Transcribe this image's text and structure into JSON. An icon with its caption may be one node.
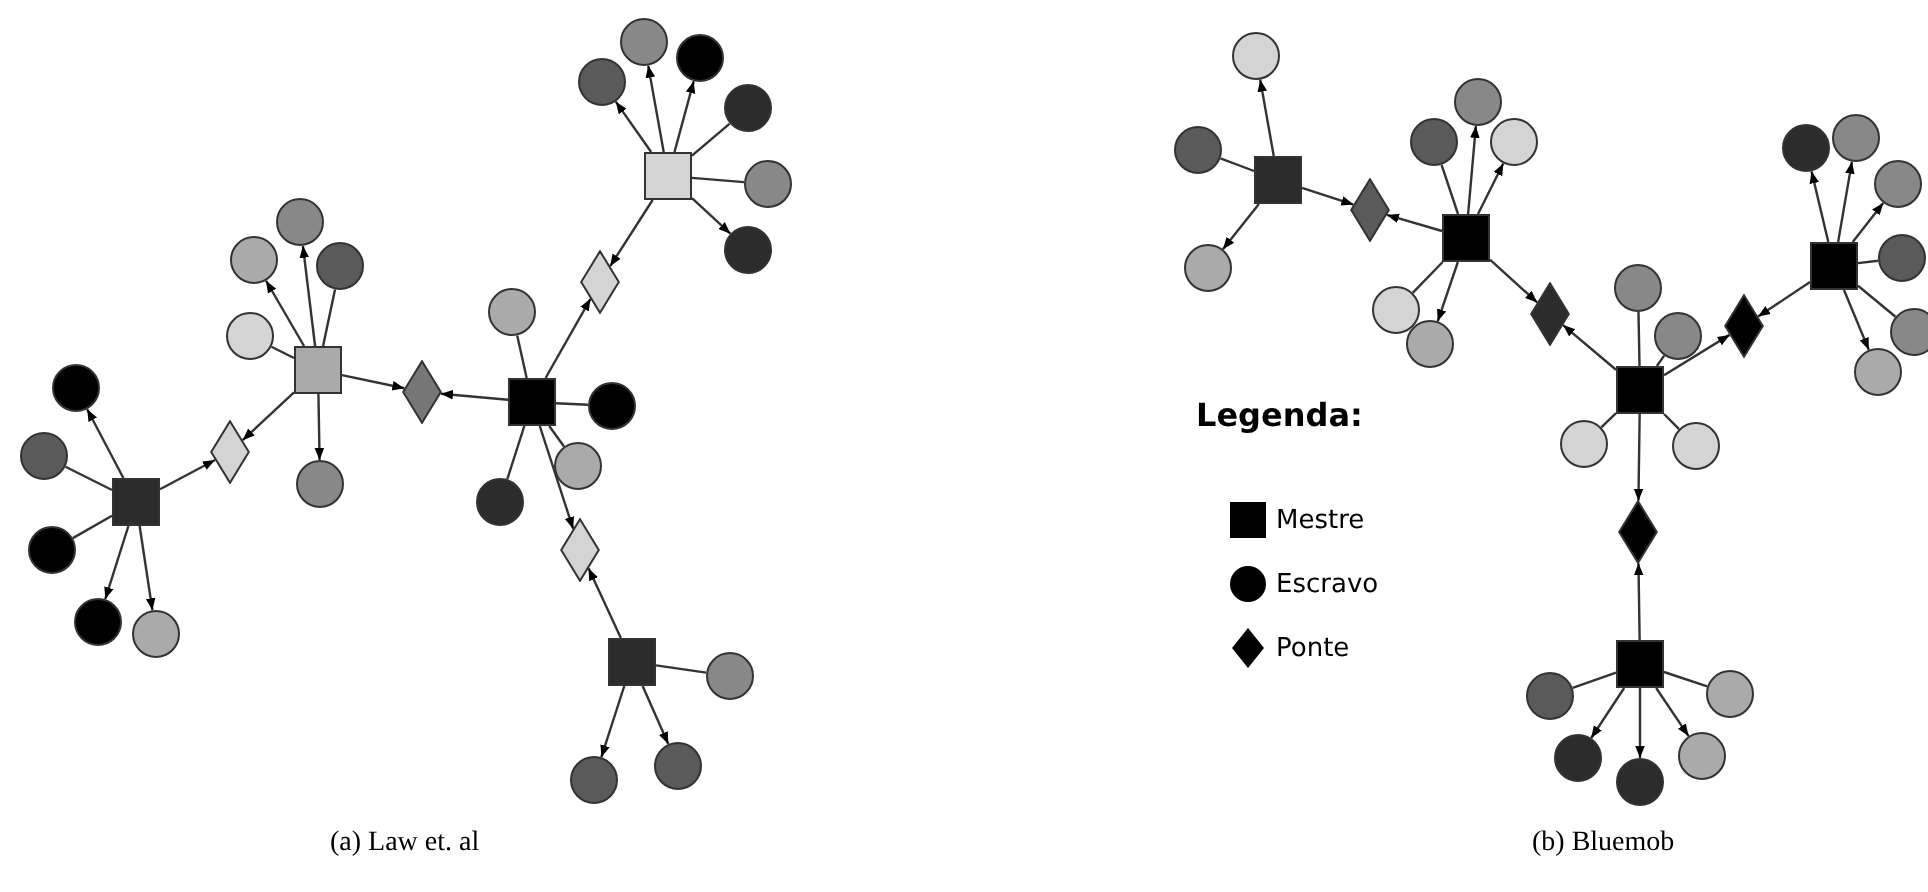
{
  "diagram": {
    "nodes": [
      {
        "text": [],
        "shape": "box"
      },
      {
        "text": [],
        "shape": "circle"
      },
      {
        "text": [],
        "shape": "circle"
      },
      {
        "text": [],
        "shape": "circle"
      },
      {
        "text": [],
        "shape": "circle"
      },
      {
        "text": [],
        "shape": "circle"
      },
      {
        "text": [],
        "shape": "circle"
      },
      {
        "text": [],
        "shape": "diamond"
      },
      {
        "text": [],
        "shape": "box"
      },
      {
        "text": [],
        "shape": "circle"
      },
      {
        "text": [],
        "shape": "circle"
      },
      {
        "text": [],
        "shape": "circle"
      },
      {
        "text": [],
        "shape": "circle"
      },
      {
        "text": [],
        "shape": "circle"
      },
      {
        "text": [],
        "shape": "diamond"
      },
      {
        "text": [],
        "shape": "box"
      },
      {
        "text": [],
        "shape": "circle"
      },
      {
        "text": [],
        "shape": "circle"
      },
      {
        "text": [],
        "shape": "circle"
      },
      {
        "text": [],
        "shape": "circle"
      },
      {
        "text": [],
        "shape": "diamond"
      },
      {
        "text": [],
        "shape": "box"
      },
      {
        "text": [],
        "shape": "circle"
      },
      {
        "text": [],
        "shape": "circle"
      },
      {
        "text": [],
        "shape": "circle"
      },
      {
        "text": [],
        "shape": "circle"
      },
      {
        "text": [],
        "shape": "circle"
      },
      {
        "text": [],
        "shape": "diamond"
      },
      {
        "text": [],
        "shape": "box"
      },
      {
        "text": [],
        "shape": "circle"
      },
      {
        "text": [],
        "shape": "circle"
      },
      {
        "text": [],
        "shape": "circle"
      },
      {
        "text": [],
        "shape": "box"
      },
      {
        "text": [],
        "shape": "circle"
      },
      {
        "text": [],
        "shape": "circle"
      },
      {
        "text": [],
        "shape": "circle"
      },
      {
        "text": [],
        "shape": "diamond"
      },
      {
        "text": [],
        "shape": "box"
      },
      {
        "text": [],
        "shape": "circle"
      },
      {
        "text": [],
        "shape": "circle"
      },
      {
        "text": [],
        "shape": "circle"
      },
      {
        "text": [],
        "shape": "circle"
      },
      {
        "text": [],
        "shape": "circle"
      },
      {
        "text": [],
        "shape": "diamond"
      },
      {
        "text": [],
        "shape": "box"
      },
      {
        "text": [],
        "shape": "circle"
      },
      {
        "text": [],
        "shape": "circle"
      },
      {
        "text": [],
        "shape": "circle"
      },
      {
        "text": [],
        "shape": "circle"
      },
      {
        "text": [],
        "shape": "diamond"
      },
      {
        "text": [],
        "shape": "box"
      },
      {
        "text": [],
        "shape": "circle"
      },
      {
        "text": [],
        "shape": "circle"
      },
      {
        "text": [],
        "shape": "circle"
      },
      {
        "text": [],
        "shape": "circle"
      },
      {
        "text": [],
        "shape": "circle"
      },
      {
        "text": [],
        "shape": "circle"
      },
      {
        "text": [],
        "shape": "diamond"
      },
      {
        "text": [],
        "shape": "box"
      },
      {
        "text": [],
        "shape": "circle"
      },
      {
        "text": [],
        "shape": "circle"
      },
      {
        "text": [],
        "shape": "circle"
      },
      {
        "text": [],
        "shape": "circle"
      },
      {
        "text": [],
        "shape": "circle"
      }
    ],
    "edges": [
      {
        "from": 0,
        "to": 1,
        "arrow": "to"
      },
      {
        "from": 0,
        "to": 2,
        "arrow": "to"
      },
      {
        "from": 0,
        "to": 3,
        "arrow": "to"
      },
      {
        "from": 0,
        "to": 4,
        "arrow": "none"
      },
      {
        "from": 0,
        "to": 5,
        "arrow": "none"
      },
      {
        "from": 0,
        "to": 6,
        "arrow": "to"
      },
      {
        "from": 0,
        "to": 7,
        "arrow": "to"
      },
      {
        "from": 15,
        "to": 7,
        "arrow": "to"
      },
      {
        "from": 8,
        "to": 9,
        "arrow": "to"
      },
      {
        "from": 8,
        "to": 10,
        "arrow": "to"
      },
      {
        "from": 8,
        "to": 11,
        "arrow": "none"
      },
      {
        "from": 8,
        "to": 12,
        "arrow": "none"
      },
      {
        "from": 8,
        "to": 13,
        "arrow": "to"
      },
      {
        "from": 8,
        "to": 14,
        "arrow": "to"
      },
      {
        "from": 15,
        "to": 14,
        "arrow": "to"
      },
      {
        "from": 8,
        "to": 20,
        "arrow": "to"
      },
      {
        "from": 21,
        "to": 20,
        "arrow": "to"
      },
      {
        "from": 15,
        "to": 16,
        "arrow": "none"
      },
      {
        "from": 15,
        "to": 17,
        "arrow": "none"
      },
      {
        "from": 15,
        "to": 18,
        "arrow": "none"
      },
      {
        "from": 15,
        "to": 19,
        "arrow": "none"
      },
      {
        "from": 15,
        "to": 27,
        "arrow": "to"
      },
      {
        "from": 28,
        "to": 27,
        "arrow": "to"
      },
      {
        "from": 21,
        "to": 22,
        "arrow": "to"
      },
      {
        "from": 21,
        "to": 23,
        "arrow": "none"
      },
      {
        "from": 21,
        "to": 24,
        "arrow": "none"
      },
      {
        "from": 21,
        "to": 25,
        "arrow": "to"
      },
      {
        "from": 21,
        "to": 26,
        "arrow": "to"
      },
      {
        "from": 28,
        "to": 29,
        "arrow": "none"
      },
      {
        "from": 28,
        "to": 30,
        "arrow": "to"
      },
      {
        "from": 28,
        "to": 31,
        "arrow": "to"
      },
      {
        "from": 32,
        "to": 33,
        "arrow": "to"
      },
      {
        "from": 32,
        "to": 34,
        "arrow": "none"
      },
      {
        "from": 32,
        "to": 35,
        "arrow": "to"
      },
      {
        "from": 32,
        "to": 36,
        "arrow": "to"
      },
      {
        "from": 37,
        "to": 36,
        "arrow": "to"
      },
      {
        "from": 37,
        "to": 38,
        "arrow": "none"
      },
      {
        "from": 37,
        "to": 39,
        "arrow": "to"
      },
      {
        "from": 37,
        "to": 40,
        "arrow": "to"
      },
      {
        "from": 37,
        "to": 41,
        "arrow": "none"
      },
      {
        "from": 37,
        "to": 42,
        "arrow": "to"
      },
      {
        "from": 37,
        "to": 43,
        "arrow": "to"
      },
      {
        "from": 44,
        "to": 43,
        "arrow": "to"
      },
      {
        "from": 44,
        "to": 45,
        "arrow": "none"
      },
      {
        "from": 44,
        "to": 46,
        "arrow": "none"
      },
      {
        "from": 44,
        "to": 47,
        "arrow": "none"
      },
      {
        "from": 44,
        "to": 48,
        "arrow": "none"
      },
      {
        "from": 44,
        "to": 49,
        "arrow": "to"
      },
      {
        "from": 50,
        "to": 49,
        "arrow": "to"
      },
      {
        "from": 50,
        "to": 51,
        "arrow": "to"
      },
      {
        "from": 50,
        "to": 52,
        "arrow": "to"
      },
      {
        "from": 50,
        "to": 53,
        "arrow": "to"
      },
      {
        "from": 50,
        "to": 54,
        "arrow": "none"
      },
      {
        "from": 50,
        "to": 55,
        "arrow": "none"
      },
      {
        "from": 50,
        "to": 56,
        "arrow": "to"
      },
      {
        "from": 44,
        "to": 57,
        "arrow": "to"
      },
      {
        "from": 58,
        "to": 57,
        "arrow": "to"
      },
      {
        "from": 58,
        "to": 59,
        "arrow": "none"
      },
      {
        "from": 58,
        "to": 60,
        "arrow": "none"
      },
      {
        "from": 58,
        "to": 61,
        "arrow": "to"
      },
      {
        "from": 58,
        "to": 62,
        "arrow": "to"
      },
      {
        "from": 58,
        "to": 63,
        "arrow": "to"
      }
    ],
    "labels": [
      "Legenda:",
      "(a) Law et. al",
      "(b) Bluemob"
    ],
    "legend": [
      {
        "text": "Mestre"
      },
      {
        "text": "Escravo"
      },
      {
        "text": "Ponte"
      }
    ]
  }
}
